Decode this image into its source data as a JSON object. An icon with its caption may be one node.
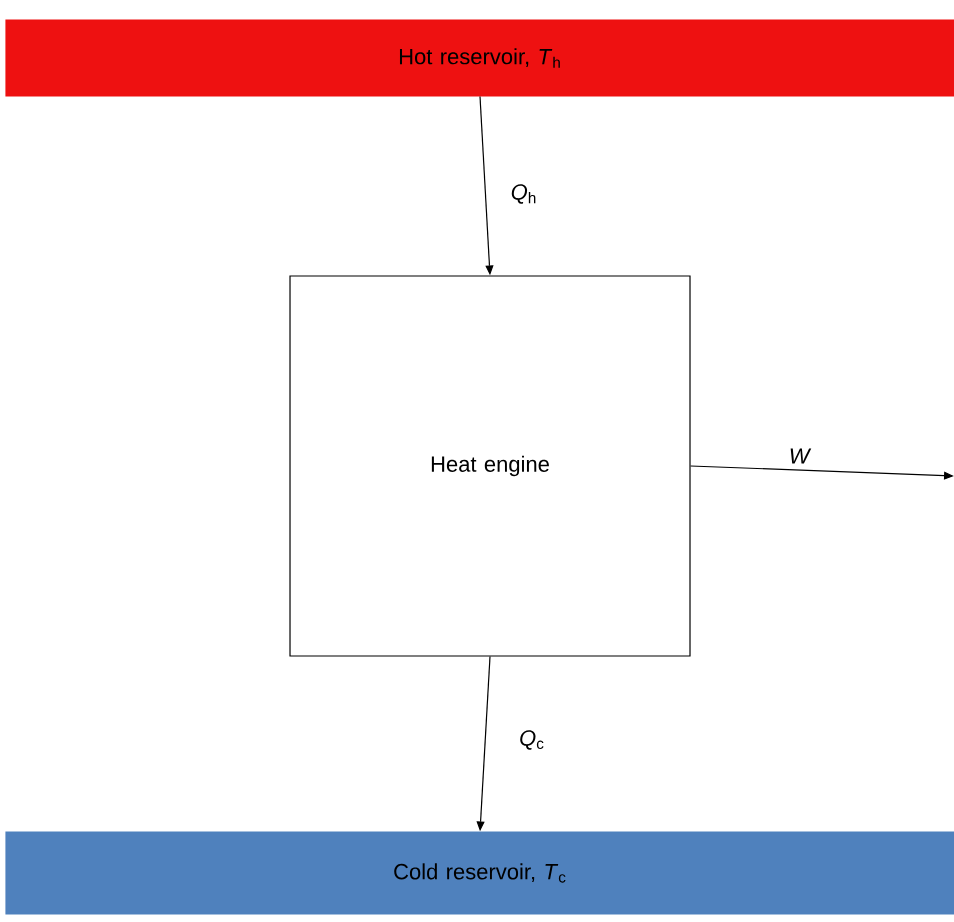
{
  "diagram": {
    "nodes": [
      {
        "text": [
          "Hot reservoir, *T*$_{h}$"
        ]
      },
      {
        "text": [
          "Heat engine"
        ]
      },
      {
        "text": [
          "Cold reservoir, *T*$_{c}$"
        ]
      }
    ],
    "edges": [
      {
        "from": 0,
        "to": 1,
        "arrow": "to",
        "label": "*Q*$_{h}$"
      },
      {
        "from": 1,
        "to": 2,
        "arrow": "to",
        "label": "*Q*$_{c}$"
      },
      {
        "from": 1,
        "to": null,
        "arrow": "to",
        "label": "*W*"
      }
    ]
  }
}
